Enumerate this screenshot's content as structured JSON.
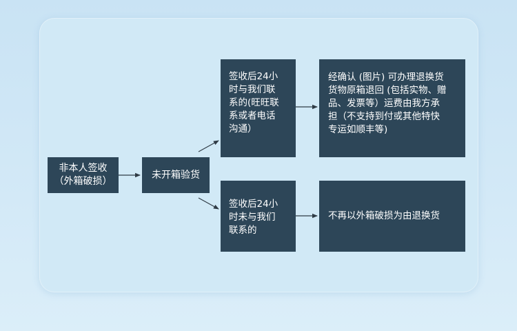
{
  "nodes": {
    "n1": "非本人签收\n（外箱破损）",
    "n2": "未开箱验货",
    "n3": "签收后24小\n时与我们联\n系的(旺旺联\n系或者电话\n沟通）",
    "n4": "签收后24小\n时未与我们\n联系的",
    "n5": "经确认 (图片) 可办理退换货\n货物原箱退回 (包括实物、赠\n品、发票等）运费由我方承\n担（不支持到付或其他特快\n专运如顺丰等)",
    "n6": "不再以外箱破损为由退换货"
  },
  "colors": {
    "node_fill": "#2d4658",
    "arrow": "#2f3b45"
  }
}
